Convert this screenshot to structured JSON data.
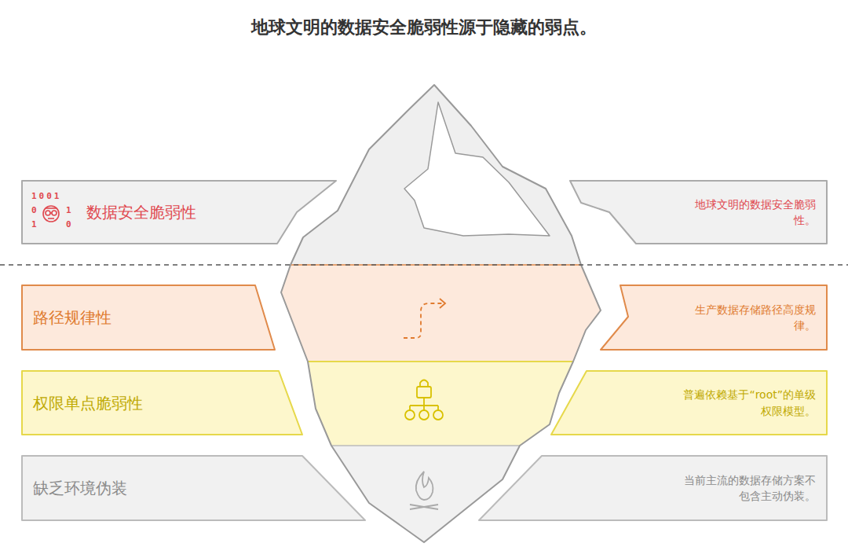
{
  "diagram": {
    "title": "地球文明的数据安全脆弱性源于隐藏的弱点。",
    "nodes": [
      {
        "text": [
          "数据安全脆弱性"
        ]
      },
      {
        "text": [
          "地球文明的数据安全脆弱性。"
        ]
      },
      {
        "text": [
          "路径规律性"
        ]
      },
      {
        "text": [
          "生产数据存储路径高度规律。"
        ]
      },
      {
        "text": [
          "权限单点脆弱性"
        ]
      },
      {
        "text": [
          "普遍依赖基于“root”的单级权限模型。"
        ]
      },
      {
        "text": [
          "缺乏环境伪装"
        ]
      },
      {
        "text": [
          "当前主流的数据存储方案不包含主动伪装。"
        ]
      }
    ],
    "labels": [
      "1001",
      "0",
      "1",
      "1",
      "0"
    ]
  }
}
